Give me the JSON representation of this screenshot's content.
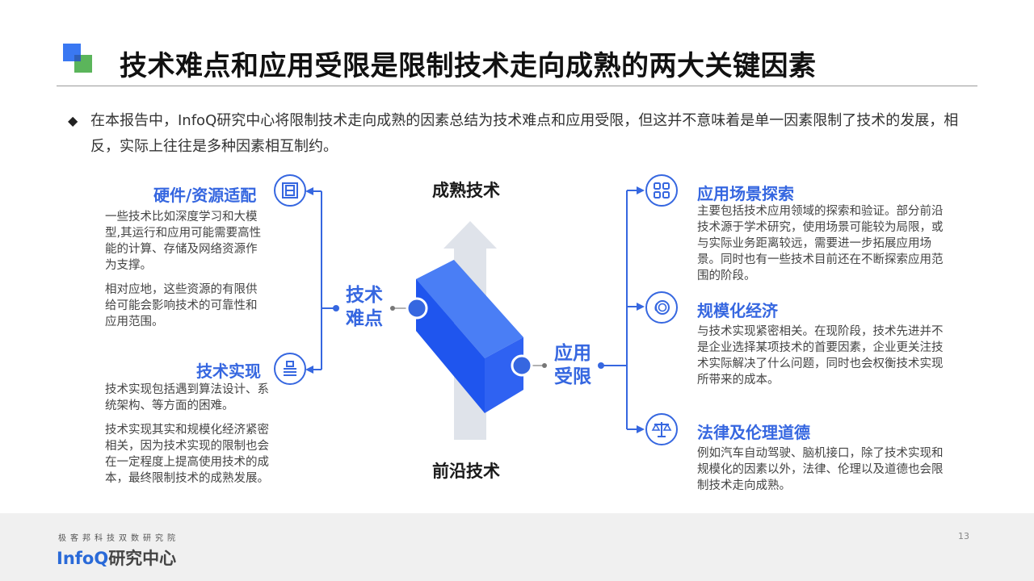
{
  "header": {
    "title": "技术难点和应用受限是限制技术走向成熟的两大关键因素"
  },
  "intro": {
    "bullet_mark": "◆",
    "text": "在本报告中，InfoQ研究中心将限制技术走向成熟的因素总结为技术难点和应用受限，但这并不意味着是单一因素限制了技术的发展，相反，实际上往往是多种因素相互制约。"
  },
  "diagram": {
    "top_label": "成熟技术",
    "bottom_label": "前沿技术",
    "left_hub": {
      "line1": "技术",
      "line2": "难点"
    },
    "right_hub": {
      "line1": "应用",
      "line2": "受限"
    },
    "left_items": [
      {
        "title": "硬件/资源适配",
        "icon": "hardware-icon",
        "paragraphs": [
          "一些技术比如深度学习和大模型,其运行和应用可能需要高性能的计算、存储及网络资源作为支撑。",
          "相对应地，这些资源的有限供给可能会影响技术的可靠性和应用范围。"
        ]
      },
      {
        "title": "技术实现",
        "icon": "implementation-icon",
        "paragraphs": [
          "技术实现包括遇到算法设计、系统架构、等方面的困难。",
          "技术实现其实和规模化经济紧密相关，因为技术实现的限制也会在一定程度上提高使用技术的成本，最终限制技术的成熟发展。"
        ]
      }
    ],
    "right_items": [
      {
        "title": "应用场景探索",
        "icon": "grid-apps-icon",
        "text": "主要包括技术应用领域的探索和验证。部分前沿技术源于学术研究，使用场景可能较为局限，或与实际业务距离较远，需要进一步拓展应用场景。同时也有一些技术目前还在不断探索应用范围的阶段。"
      },
      {
        "title": "规模化经济",
        "icon": "coin-stack-icon",
        "text": "与技术实现紧密相关。在现阶段，技术先进并不是企业选择某项技术的首要因素，企业更关注技术实际解决了什么问题，同时也会权衡技术实现所带来的成本。"
      },
      {
        "title": "法律及伦理道德",
        "icon": "scales-icon",
        "text": "例如汽车自动驾驶、脑机接口，除了技术实现和规模化的因素以外，法律、伦理以及道德也会限制技术走向成熟。"
      }
    ],
    "colors": {
      "accent": "#3667e0",
      "arrow_gray": "#dfe3ea",
      "band_blue": "#1f55ee",
      "band_light": "#4a7ef5"
    }
  },
  "footer": {
    "org": "极客邦科技双数研究院",
    "brand_en": "InfoQ",
    "brand_cn": "研究中心",
    "page_number": "13"
  }
}
